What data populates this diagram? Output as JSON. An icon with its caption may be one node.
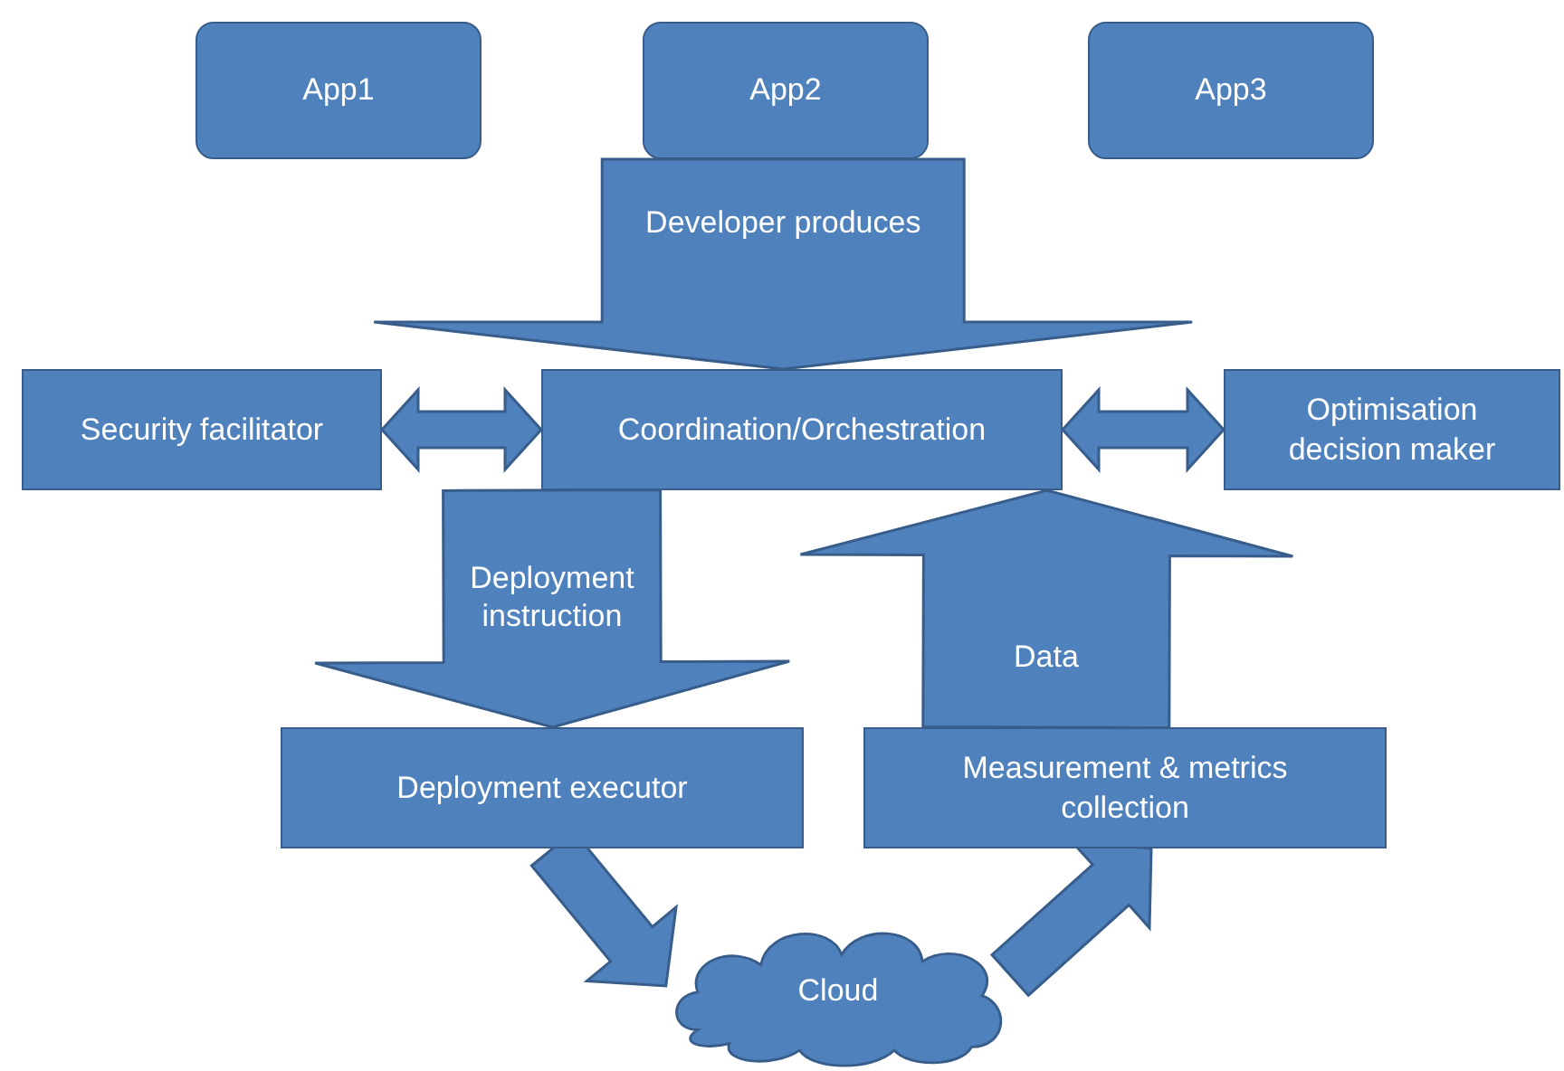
{
  "diagram": {
    "nodes": [
      {
        "text": [
          "App1"
        ]
      },
      {
        "text": [
          "App2"
        ]
      },
      {
        "text": [
          "App3"
        ]
      },
      {
        "text": [
          "Security facilitator"
        ]
      },
      {
        "text": [
          "Coordination/Orchestration"
        ]
      },
      {
        "text": [
          "Optimisation decision maker"
        ]
      },
      {
        "text": [
          "Deployment executor"
        ]
      },
      {
        "text": [
          "Measurement & metrics collection"
        ]
      },
      {
        "text": [
          "Cloud"
        ]
      }
    ],
    "edges": [
      {
        "from": 0,
        "to": 4,
        "arrow": "to"
      },
      {
        "from": 1,
        "to": 4,
        "arrow": "to",
        "label": "Developer produces"
      },
      {
        "from": 2,
        "to": 4,
        "arrow": "to"
      },
      {
        "from": 3,
        "to": 4,
        "arrow": "both"
      },
      {
        "from": 4,
        "to": 5,
        "arrow": "both"
      },
      {
        "from": 4,
        "to": 6,
        "arrow": "to",
        "label": "Deployment instruction"
      },
      {
        "from": 7,
        "to": 4,
        "arrow": "to",
        "label": "Data"
      },
      {
        "from": 6,
        "to": 8,
        "arrow": "to"
      },
      {
        "from": 8,
        "to": 7,
        "arrow": "to"
      }
    ]
  }
}
